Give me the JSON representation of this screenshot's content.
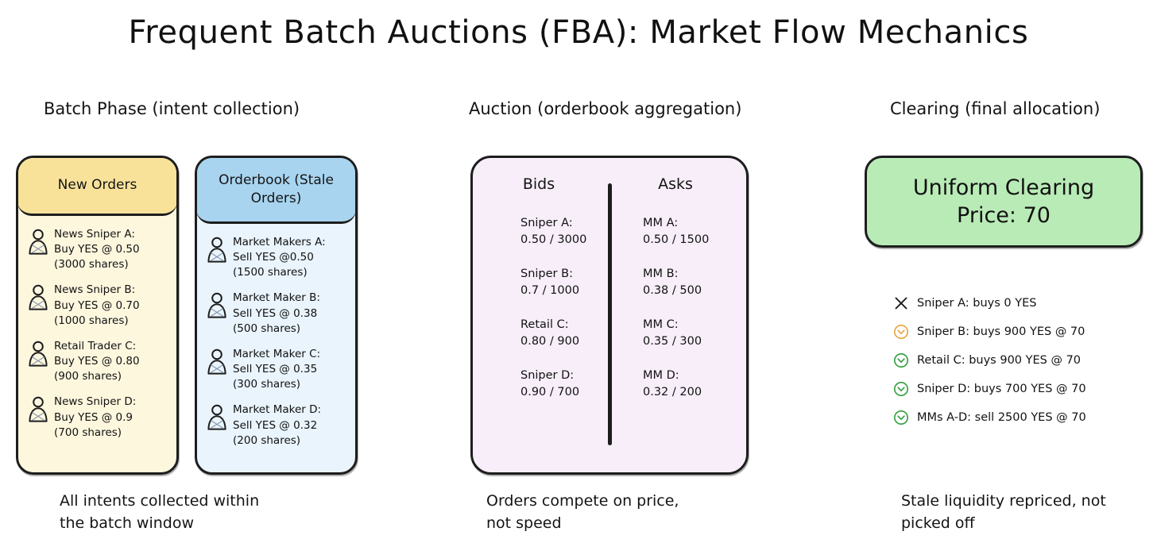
{
  "title": "Frequent Batch Auctions (FBA): Market Flow Mechanics",
  "colors": {
    "new_orders_header": "#F8E29A",
    "new_orders_body": "#FDF7DE",
    "orderbook_header": "#A8D4F0",
    "orderbook_body": "#E9F4FD",
    "auction_body": "#F7EEFA",
    "clearing_box": "#B9EBB7",
    "ink": "#1d1d1d",
    "icon_orange": "#E8A33D",
    "icon_green": "#2E9E3E"
  },
  "columns": {
    "batch": {
      "header": "Batch Phase (intent collection)",
      "caption": "All intents collected within\nthe batch window"
    },
    "auction": {
      "header": "Auction (orderbook aggregation)",
      "caption": "Orders compete on price,\nnot speed"
    },
    "clearing": {
      "header": "Clearing (final allocation)",
      "caption": "Stale liquidity repriced, not\npicked off"
    }
  },
  "new_orders": {
    "title": "New Orders",
    "items": [
      {
        "icon": "person-icon",
        "text": "News Sniper A:\nBuy YES @ 0.50\n(3000 shares)"
      },
      {
        "icon": "person-icon",
        "text": "News Sniper B:\nBuy YES @ 0.70\n(1000 shares)"
      },
      {
        "icon": "person-icon",
        "text": "Retail Trader C:\nBuy YES @ 0.80\n(900 shares)"
      },
      {
        "icon": "person-icon",
        "text": "News Sniper D:\nBuy YES @ 0.9\n(700 shares)"
      }
    ]
  },
  "orderbook": {
    "title": "Orderbook (Stale Orders)",
    "items": [
      {
        "icon": "person-icon",
        "text": "Market Makers A:\nSell YES @0.50\n(1500 shares)"
      },
      {
        "icon": "person-icon",
        "text": "Market Maker B:\nSell YES @ 0.38\n(500 shares)"
      },
      {
        "icon": "person-icon",
        "text": "Market Maker C:\nSell YES @ 0.35\n(300 shares)"
      },
      {
        "icon": "person-icon",
        "text": "Market Maker D:\nSell YES @ 0.32\n(200 shares)"
      }
    ]
  },
  "auction": {
    "bids_title": "Bids",
    "asks_title": "Asks",
    "bids": [
      {
        "text": "Sniper A:\n0.50 / 3000"
      },
      {
        "text": "Sniper B:\n0.7 / 1000"
      },
      {
        "text": "Retail C:\n0.80 / 900"
      },
      {
        "text": "Sniper D:\n0.90 / 700"
      }
    ],
    "asks": [
      {
        "text": "MM A:\n0.50 / 1500"
      },
      {
        "text": "MM B:\n0.38 / 500"
      },
      {
        "text": "MM C:\n0.35 / 300"
      },
      {
        "text": "MM D:\n0.32 / 200"
      }
    ]
  },
  "clearing": {
    "price_box": "Uniform Clearing\nPrice: 70",
    "allocations": [
      {
        "icon": "x-icon",
        "icon_color": "#1a1a1a",
        "text": "Sniper A: buys 0 YES"
      },
      {
        "icon": "chevron-down-circle-icon",
        "icon_color": "#E8A33D",
        "text": "Sniper B: buys 900 YES @ 70"
      },
      {
        "icon": "chevron-down-circle-icon",
        "icon_color": "#2E9E3E",
        "text": "Retail C: buys 900 YES @ 70"
      },
      {
        "icon": "chevron-down-circle-icon",
        "icon_color": "#2E9E3E",
        "text": "Sniper D: buys 700 YES @ 70"
      },
      {
        "icon": "chevron-down-circle-icon",
        "icon_color": "#2E9E3E",
        "text": "MMs A-D: sell 2500 YES @ 70"
      }
    ]
  }
}
